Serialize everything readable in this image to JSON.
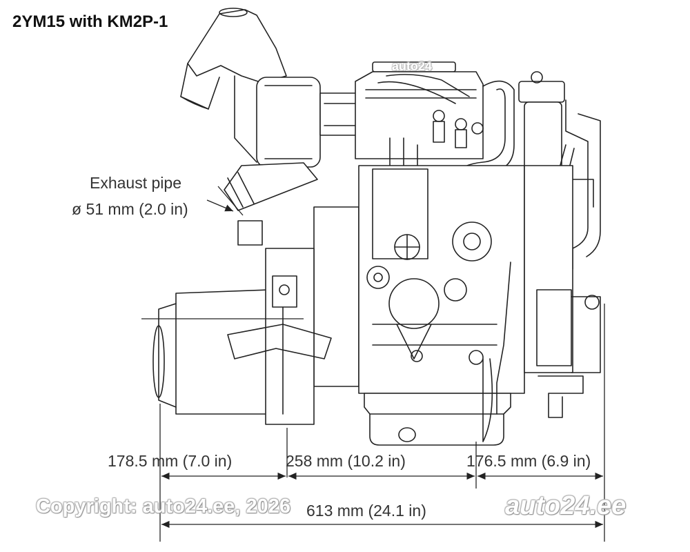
{
  "title": "2YM15 with KM2P-1",
  "exhaust": {
    "label": "Exhaust pipe",
    "diameter_symbol": "ø",
    "diameter": "51 mm (2.0 in)"
  },
  "dimensions": {
    "left": "178.5 mm (7.0 in)",
    "middle": "258 mm (10.2 in)",
    "right": "176.5 mm (6.9 in)",
    "total": "613 mm (24.1 in)"
  },
  "watermarks": {
    "copyright": "Copyright: auto24.ee, 2026",
    "logo": "auto24.ee",
    "faint": "auto24"
  },
  "colors": {
    "line": "#222222",
    "watermark_text": "#ffffff"
  }
}
